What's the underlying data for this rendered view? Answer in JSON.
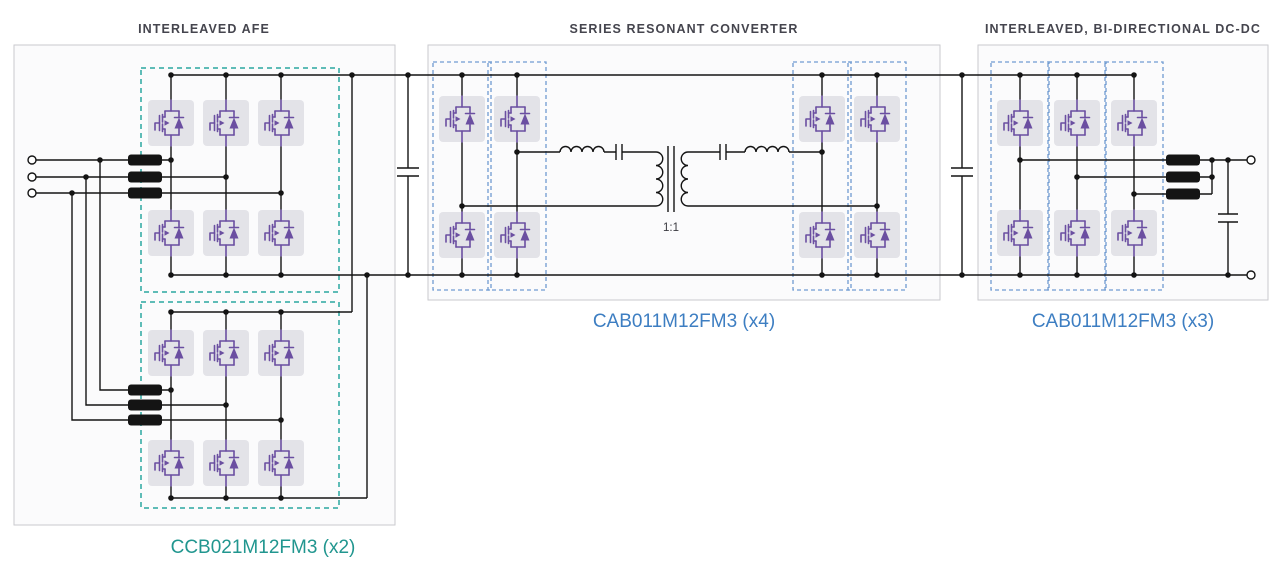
{
  "diagram": {
    "sections": {
      "afe": {
        "title": "INTERLEAVED AFE",
        "part_label": "CCB021M12FM3 (x2)",
        "accent": "#21968F"
      },
      "src": {
        "title": "SERIES RESONANT CONVERTER",
        "part_label": "CAB011M12FM3 (x4)",
        "accent": "#3D7EC2"
      },
      "dcdc": {
        "title": "INTERLEAVED, BI-DIRECTIONAL DC-DC",
        "part_label": "CAB011M12FM3 (x3)",
        "accent": "#3D7EC2"
      }
    },
    "transformer_ratio": "1:1",
    "colors": {
      "teal_dashed": "#2AA8A0",
      "blue_dashed": "#6F9BD1",
      "mosfet_purple": "#6B4FA1",
      "wire": "#141414",
      "module_background": "#E3E3E8"
    }
  }
}
